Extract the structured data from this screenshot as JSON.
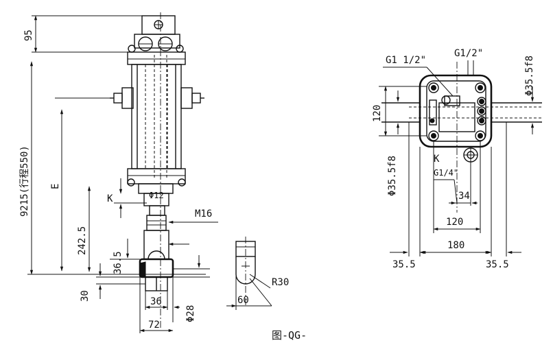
{
  "caption": "图-QG-",
  "front_view": {
    "dims": {
      "d95": "95",
      "total_length": "9215(行程550)",
      "e": "E",
      "d242": "242.5",
      "k": "K",
      "phi12": "Φ12",
      "m16": "M16",
      "d36_5": "36.5",
      "d30": "30",
      "d36": "36",
      "phi28": "Φ28",
      "d72": "72"
    }
  },
  "clevis_detail": {
    "dims": {
      "r30": "R30",
      "d60": "60"
    }
  },
  "top_view": {
    "dims": {
      "g1_half": "G1 1/2\"",
      "g1_2": "G1/2\"",
      "phi35_top": "Φ35.5f8",
      "d120_v": "120",
      "phi35_left": "Φ35.5f8",
      "k": "K",
      "g1_4": "G1/4\"",
      "d34": "34",
      "d120_h": "120",
      "d180": "180",
      "d35_5_left": "35.5",
      "d35_5_right": "35.5"
    }
  }
}
